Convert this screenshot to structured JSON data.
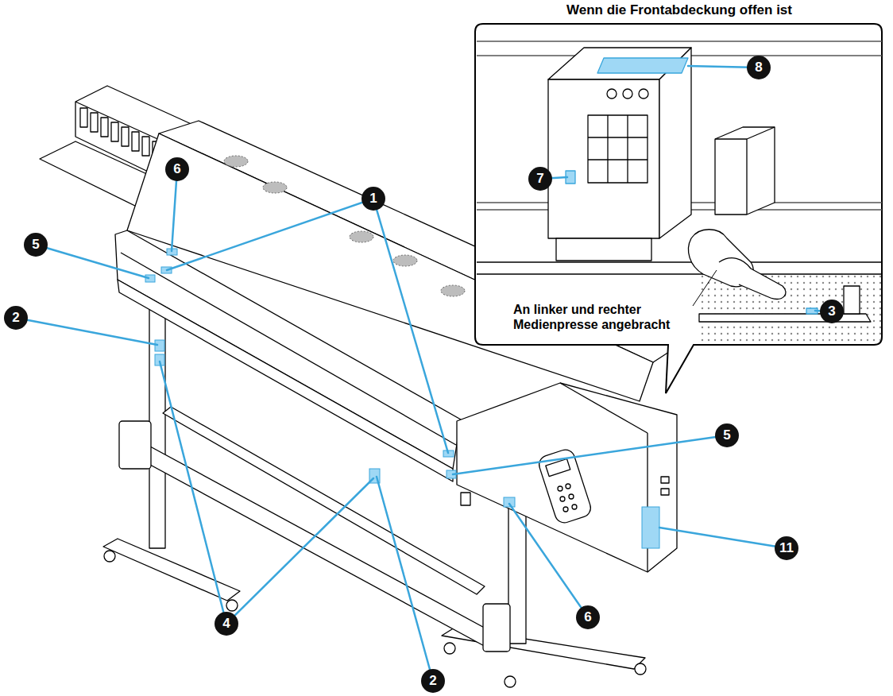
{
  "diagram": {
    "nodes": [
      {
        "text": [
          "Wenn die Frontabdeckung offen ist",
          "An linker und rechter Medienpresse angebracht"
        ]
      }
    ],
    "labels": [
      "8",
      "6",
      "7",
      "1",
      "5",
      "3",
      "2",
      "5",
      "11",
      "6",
      "4",
      "2"
    ]
  }
}
